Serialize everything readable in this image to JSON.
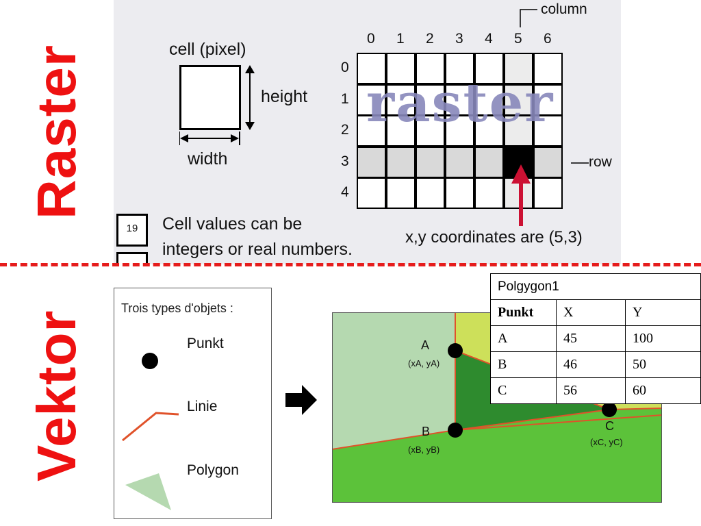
{
  "titles": {
    "raster": "Raster",
    "vektor": "Vektor"
  },
  "raster": {
    "cell_label": "cell (pixel)",
    "height_label": "height",
    "width_label": "width",
    "column_label": "column",
    "row_label": "row",
    "watermark": "raster",
    "column_numbers": [
      "0",
      "1",
      "2",
      "3",
      "4",
      "5",
      "6"
    ],
    "row_numbers": [
      "0",
      "1",
      "2",
      "3",
      "4"
    ],
    "highlight_row": 3,
    "selected_cell": {
      "col": 5,
      "row": 3
    },
    "coordinates_note": "x,y coordinates are (5,3)",
    "cell_value_example": "19",
    "cell_values_line1": "Cell values can be",
    "cell_values_line2": "integers or real numbers."
  },
  "vektor": {
    "legend_title": "Trois types d'objets :",
    "legend_items": [
      "Punkt",
      "Linie",
      "Polygon"
    ],
    "points": [
      {
        "name": "A",
        "coords": "(xA, yA)"
      },
      {
        "name": "B",
        "coords": "(xB, yB)"
      },
      {
        "name": "C",
        "coords": "(xC, yC)"
      }
    ],
    "table": {
      "caption": "Polgygon1",
      "headers": [
        "Punkt",
        "X",
        "Y"
      ],
      "rows": [
        [
          "A",
          "45",
          "100"
        ],
        [
          "B",
          "46",
          "50"
        ],
        [
          "C",
          "56",
          "60"
        ]
      ]
    }
  },
  "colors": {
    "title_red": "#ee1111",
    "polygon_light_green": "#b5d9b0",
    "polygon_dark_green": "#2e8b2e",
    "polygon_bright_green": "#55bb33",
    "polygon_yellow_green": "#cde05a",
    "edge_orange": "#e0522a",
    "arrow_crimson": "#cc1133"
  }
}
